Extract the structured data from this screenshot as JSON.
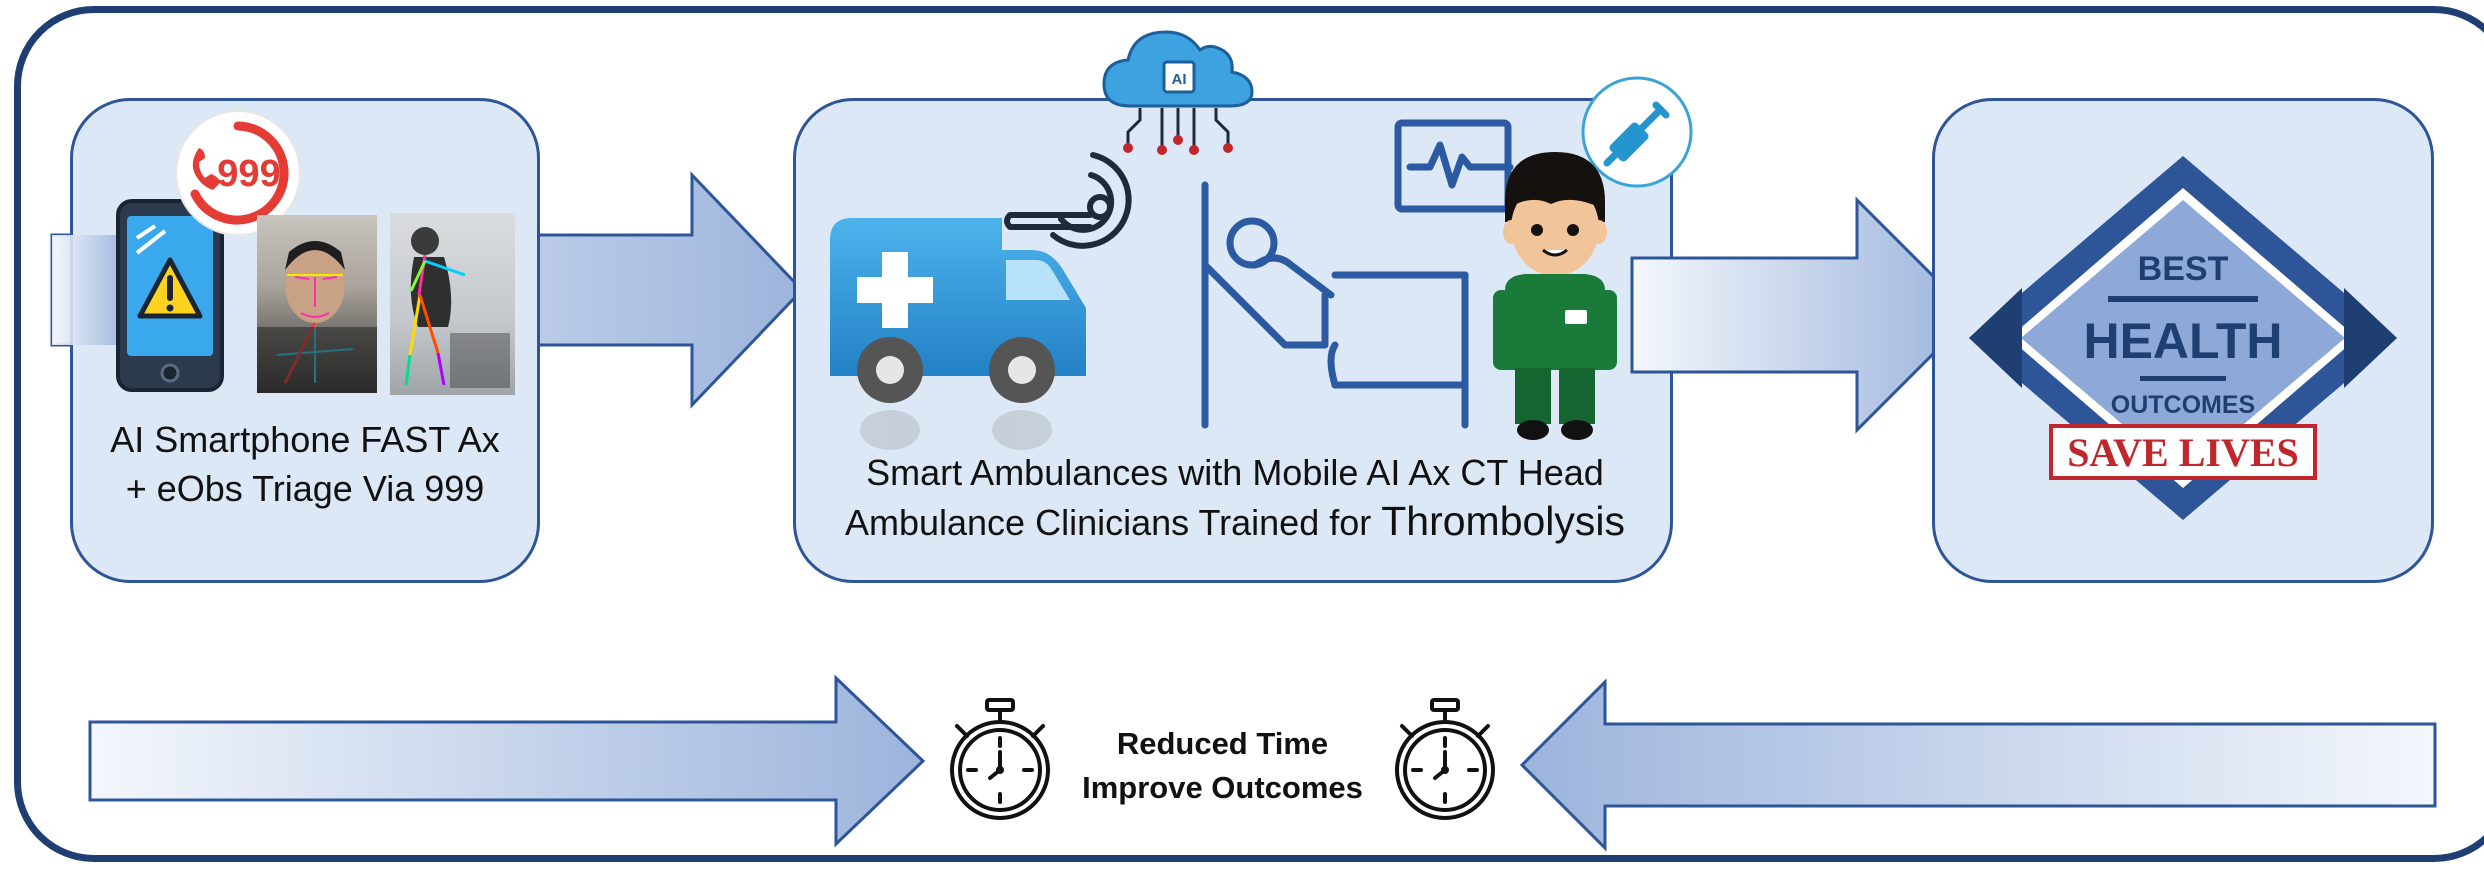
{
  "panel_left": {
    "line1": "AI Smartphone FAST Ax",
    "line2": "+ eObs Triage Via 999",
    "call_badge_text": "999"
  },
  "panel_center": {
    "line1": "Smart Ambulances with Mobile AI Ax CT Head",
    "line2_prefix": "Ambulance Clinicians Trained for ",
    "line2_emphasis": "Thrombolysis",
    "cloud_badge_text": "AI"
  },
  "panel_right": {
    "best": "BEST",
    "health": "HEALTH",
    "outcomes": "OUTCOMES",
    "stamp": "SAVE LIVES"
  },
  "timer": {
    "line1": "Reduced Time",
    "line2": "Improve Outcomes"
  },
  "colors": {
    "frame": "#1f3f73",
    "panel_fill": "#dce8f5",
    "panel_border": "#2e5597",
    "arrow_fill_light": "#f2f6fb",
    "arrow_fill_dark": "#9cb4dc",
    "ambulance_blue": "#3ea1e0",
    "line_art": "#2b5aa3",
    "stamp_red": "#c0272d",
    "diamond_dark": "#2e5597",
    "diamond_light": "#8ea8d8"
  }
}
